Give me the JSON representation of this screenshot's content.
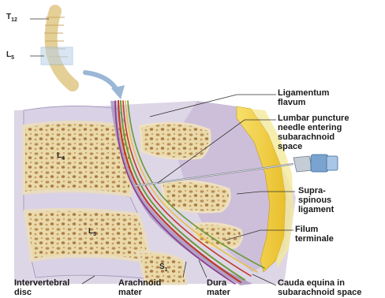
{
  "spine_labels": {
    "t12": {
      "main": "T",
      "sub": "12"
    },
    "l5": {
      "main": "L",
      "sub": "5"
    }
  },
  "vertebra_labels": {
    "l4": {
      "main": "L",
      "sub": "4"
    },
    "l5": {
      "main": "L",
      "sub": "5"
    },
    "s1": {
      "main": "S",
      "sub": "1"
    }
  },
  "callouts": {
    "ligamentum_flavum": {
      "line1": "Ligamentum",
      "line2": "flavum"
    },
    "lumbar_puncture_needle": {
      "line1": "Lumbar puncture",
      "line2": "needle entering",
      "line3": "subarachnoid",
      "line4": "space"
    },
    "supraspinous_ligament": {
      "line1": "Supra-",
      "line2": "spinous",
      "line3": "ligament"
    },
    "filum_terminale": {
      "line1": "Filum",
      "line2": "terminale"
    },
    "intervertebral_disc": {
      "line1": "Intervertebral",
      "line2": "disc"
    },
    "arachnoid_mater": {
      "line1": "Arachnoid",
      "line2": "mater"
    },
    "dura_mater": {
      "line1": "Dura",
      "line2": "mater"
    },
    "cauda_equina": {
      "line1": "Cauda equina in",
      "line2": "subarachnoid space"
    }
  },
  "colors": {
    "bone": "#e8d6a6",
    "cancellous": "#c9a26b",
    "disc": "#d9d4e3",
    "ligament": "#f2d14a",
    "dura": "#b9a6c9",
    "nerve_red": "#c0392b",
    "nerve_green": "#6a9a3a",
    "arrow": "#9ab7d6"
  }
}
